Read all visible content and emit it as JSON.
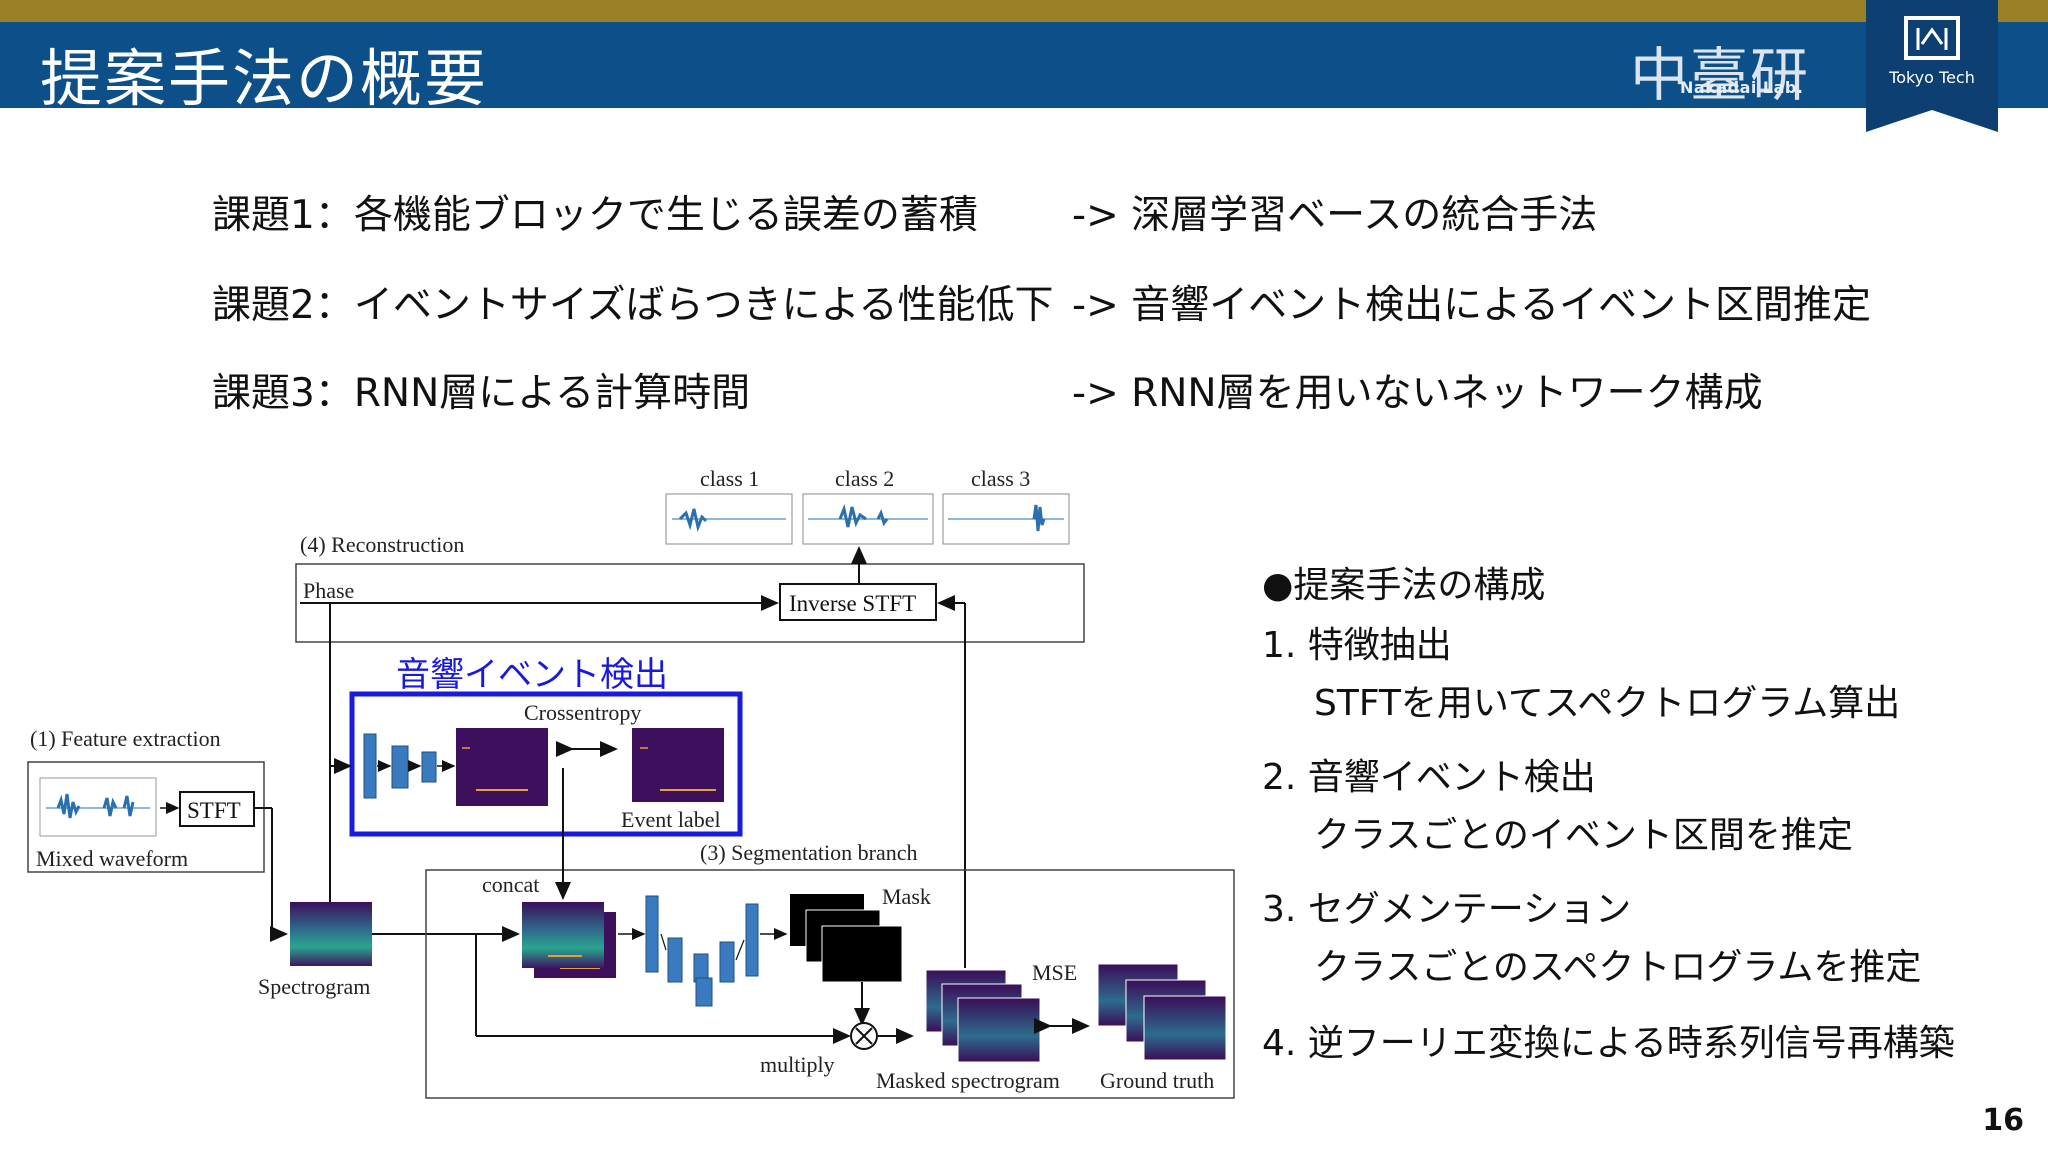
{
  "slide": {
    "title": "提案手法の概要",
    "page_number": "16",
    "lab_logo_kanji": "中臺研",
    "lab_logo_text": "Nakadai Lab.",
    "university": "Tokyo Tech"
  },
  "issues": [
    {
      "problem": "課題1：各機能ブロックで生じる誤差の蓄積",
      "solution": "-> 深層学習ベースの統合手法"
    },
    {
      "problem": "課題2：イベントサイズばらつきによる性能低下",
      "solution": "-> 音響イベント検出によるイベント区間推定"
    },
    {
      "problem": "課題3：RNN層による計算時間",
      "solution": "-> RNN層を用いないネットワーク構成"
    }
  ],
  "diagram": {
    "class1": "class 1",
    "class2": "class 2",
    "class3": "class 3",
    "reconstruction": "(4) Reconstruction",
    "phase": "Phase",
    "inverse_stft": "Inverse STFT",
    "sed_highlight": "音響イベント検出",
    "crossentropy": "Crossentropy",
    "event_label": "Event label",
    "feature_extraction": "(1) Feature extraction",
    "stft": "STFT",
    "mixed_waveform": "Mixed waveform",
    "segmentation_branch": "(3) Segmentation branch",
    "concat": "concat",
    "mask": "Mask",
    "spectrogram": "Spectrogram",
    "mse": "MSE",
    "multiply": "multiply",
    "masked_spectrogram": "Masked spectrogram",
    "ground_truth": "Ground truth"
  },
  "method": {
    "heading": "●提案手法の構成",
    "steps": [
      {
        "title": "1. 特徴抽出",
        "desc": "STFTを用いてスペクトログラム算出"
      },
      {
        "title": "2. 音響イベント検出",
        "desc": "クラスごとのイベント区間を推定"
      },
      {
        "title": "3. セグメンテーション",
        "desc": "クラスごとのスペクトログラムを推定"
      },
      {
        "title": "4. 逆フーリエ変換による時系列信号再構築",
        "desc": ""
      }
    ]
  },
  "colors": {
    "header_blue": "#0d4f88",
    "header_gold": "#9a8024",
    "highlight_blue": "#1a1adf",
    "spectrogram_purple": "#3d0f5c",
    "block_blue": "#3a7bbf"
  }
}
